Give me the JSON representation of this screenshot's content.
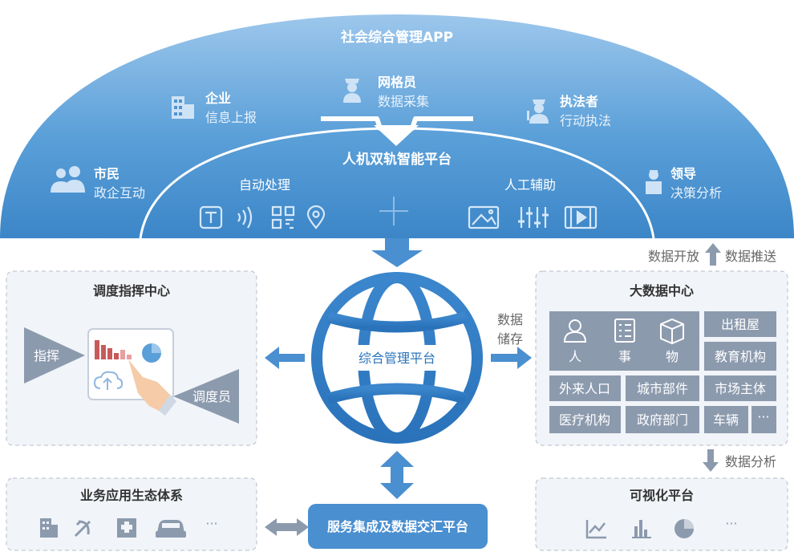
{
  "dome": {
    "app_title": "社会综合管理APP",
    "inner_title": "人机双轨智能平台",
    "roles": [
      {
        "name": "市民",
        "sub": "政企互动",
        "icon": "citizens-icon"
      },
      {
        "name": "企业",
        "sub": "信息上报",
        "icon": "building-icon"
      },
      {
        "name": "网格员",
        "sub": "数据采集",
        "icon": "police-officer-icon"
      },
      {
        "name": "执法者",
        "sub": "行动执法",
        "icon": "enforcer-icon"
      },
      {
        "name": "领导",
        "sub": "决策分析",
        "icon": "leader-icon"
      }
    ],
    "auto_label": "自动处理",
    "manual_label": "人工辅助"
  },
  "center": {
    "label": "综合管理平台"
  },
  "dispatch": {
    "title": "调度指挥中心",
    "command": "指挥",
    "dispatcher": "调度员"
  },
  "bigdata": {
    "title": "大数据中心",
    "top_labels": [
      "人",
      "事",
      "物"
    ],
    "cells": [
      "出租屋",
      "教育机构",
      "外来人口",
      "城市部件",
      "市场主体",
      "医疗机构",
      "政府部门",
      "车辆",
      "···"
    ],
    "open": "数据开放",
    "push": "数据推送",
    "store_1": "数据",
    "store_2": "储存",
    "analysis": "数据分析"
  },
  "ecosystem": {
    "title": "业务应用生态体系",
    "icons": [
      "building-icon",
      "party-emblem-icon",
      "hospital-icon",
      "car-icon"
    ],
    "more": "···"
  },
  "service": {
    "label": "服务集成及数据交汇平台"
  },
  "visual": {
    "title": "可视化平台",
    "icons": [
      "line-chart-icon",
      "bar-chart-icon",
      "pie-chart-icon"
    ],
    "more": "···"
  },
  "colors": {
    "dome_light": "#a8cdee",
    "dome_dark": "#3f8ccd",
    "blue": "#4a8fd0",
    "grey_box": "#8c9aae",
    "dashed": "#b5bec9"
  }
}
